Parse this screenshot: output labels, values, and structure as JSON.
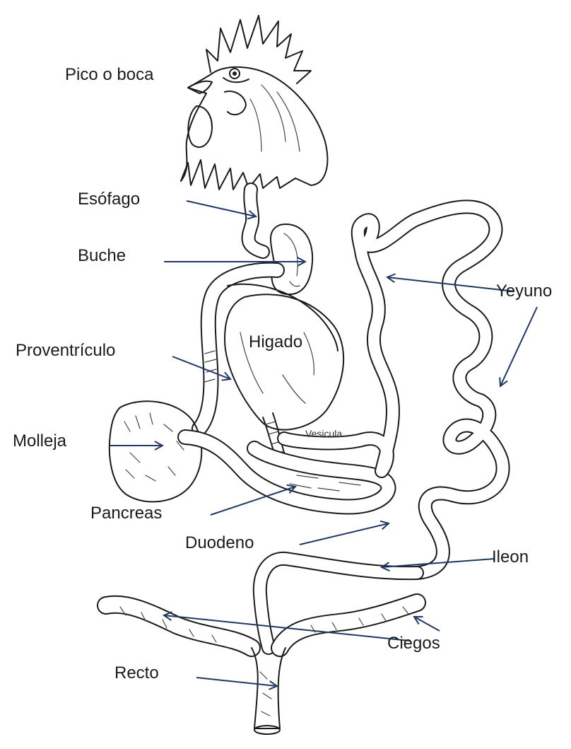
{
  "labels": {
    "pico": "Pico o boca",
    "esofago": "Esófago",
    "buche": "Buche",
    "proventriculo": "Proventrículo",
    "higado": "Higado",
    "molleja": "Molleja",
    "vesicula": "Vesicula",
    "pancreas": "Pancreas",
    "duodeno": "Duodeno",
    "yeyuno": "Yeyuno",
    "ileon": "Ileon",
    "ciegos": "Ciegos",
    "recto": "Recto"
  },
  "colors": {
    "arrow": "#1f3864",
    "line": "#1a1a1a",
    "text": "#1a1a1a",
    "background": "#ffffff"
  }
}
